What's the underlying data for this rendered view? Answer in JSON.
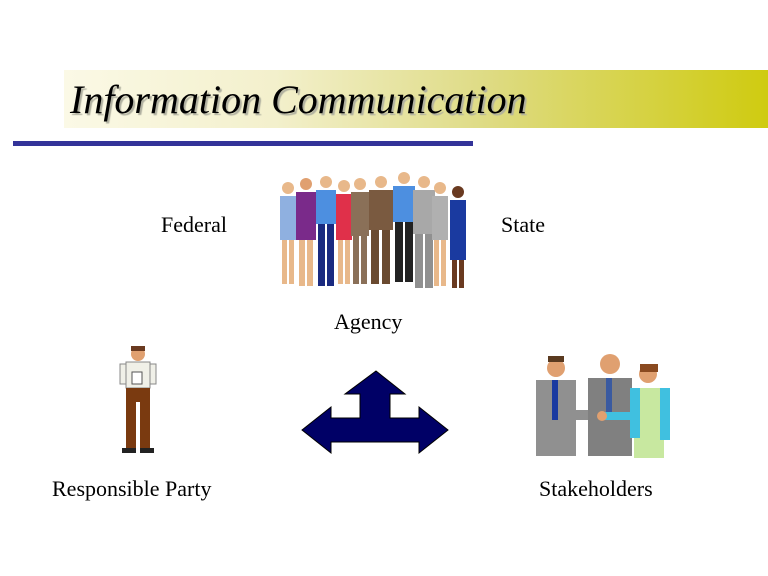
{
  "title": "Information Communication",
  "labels": {
    "federal": "Federal",
    "state": "State",
    "agency": "Agency",
    "responsible_party": "Responsible Party",
    "stakeholders": "Stakeholders"
  },
  "colors": {
    "rule": "#333399",
    "arrow": "#000066",
    "title_gradient_end": "#cfcb10"
  }
}
